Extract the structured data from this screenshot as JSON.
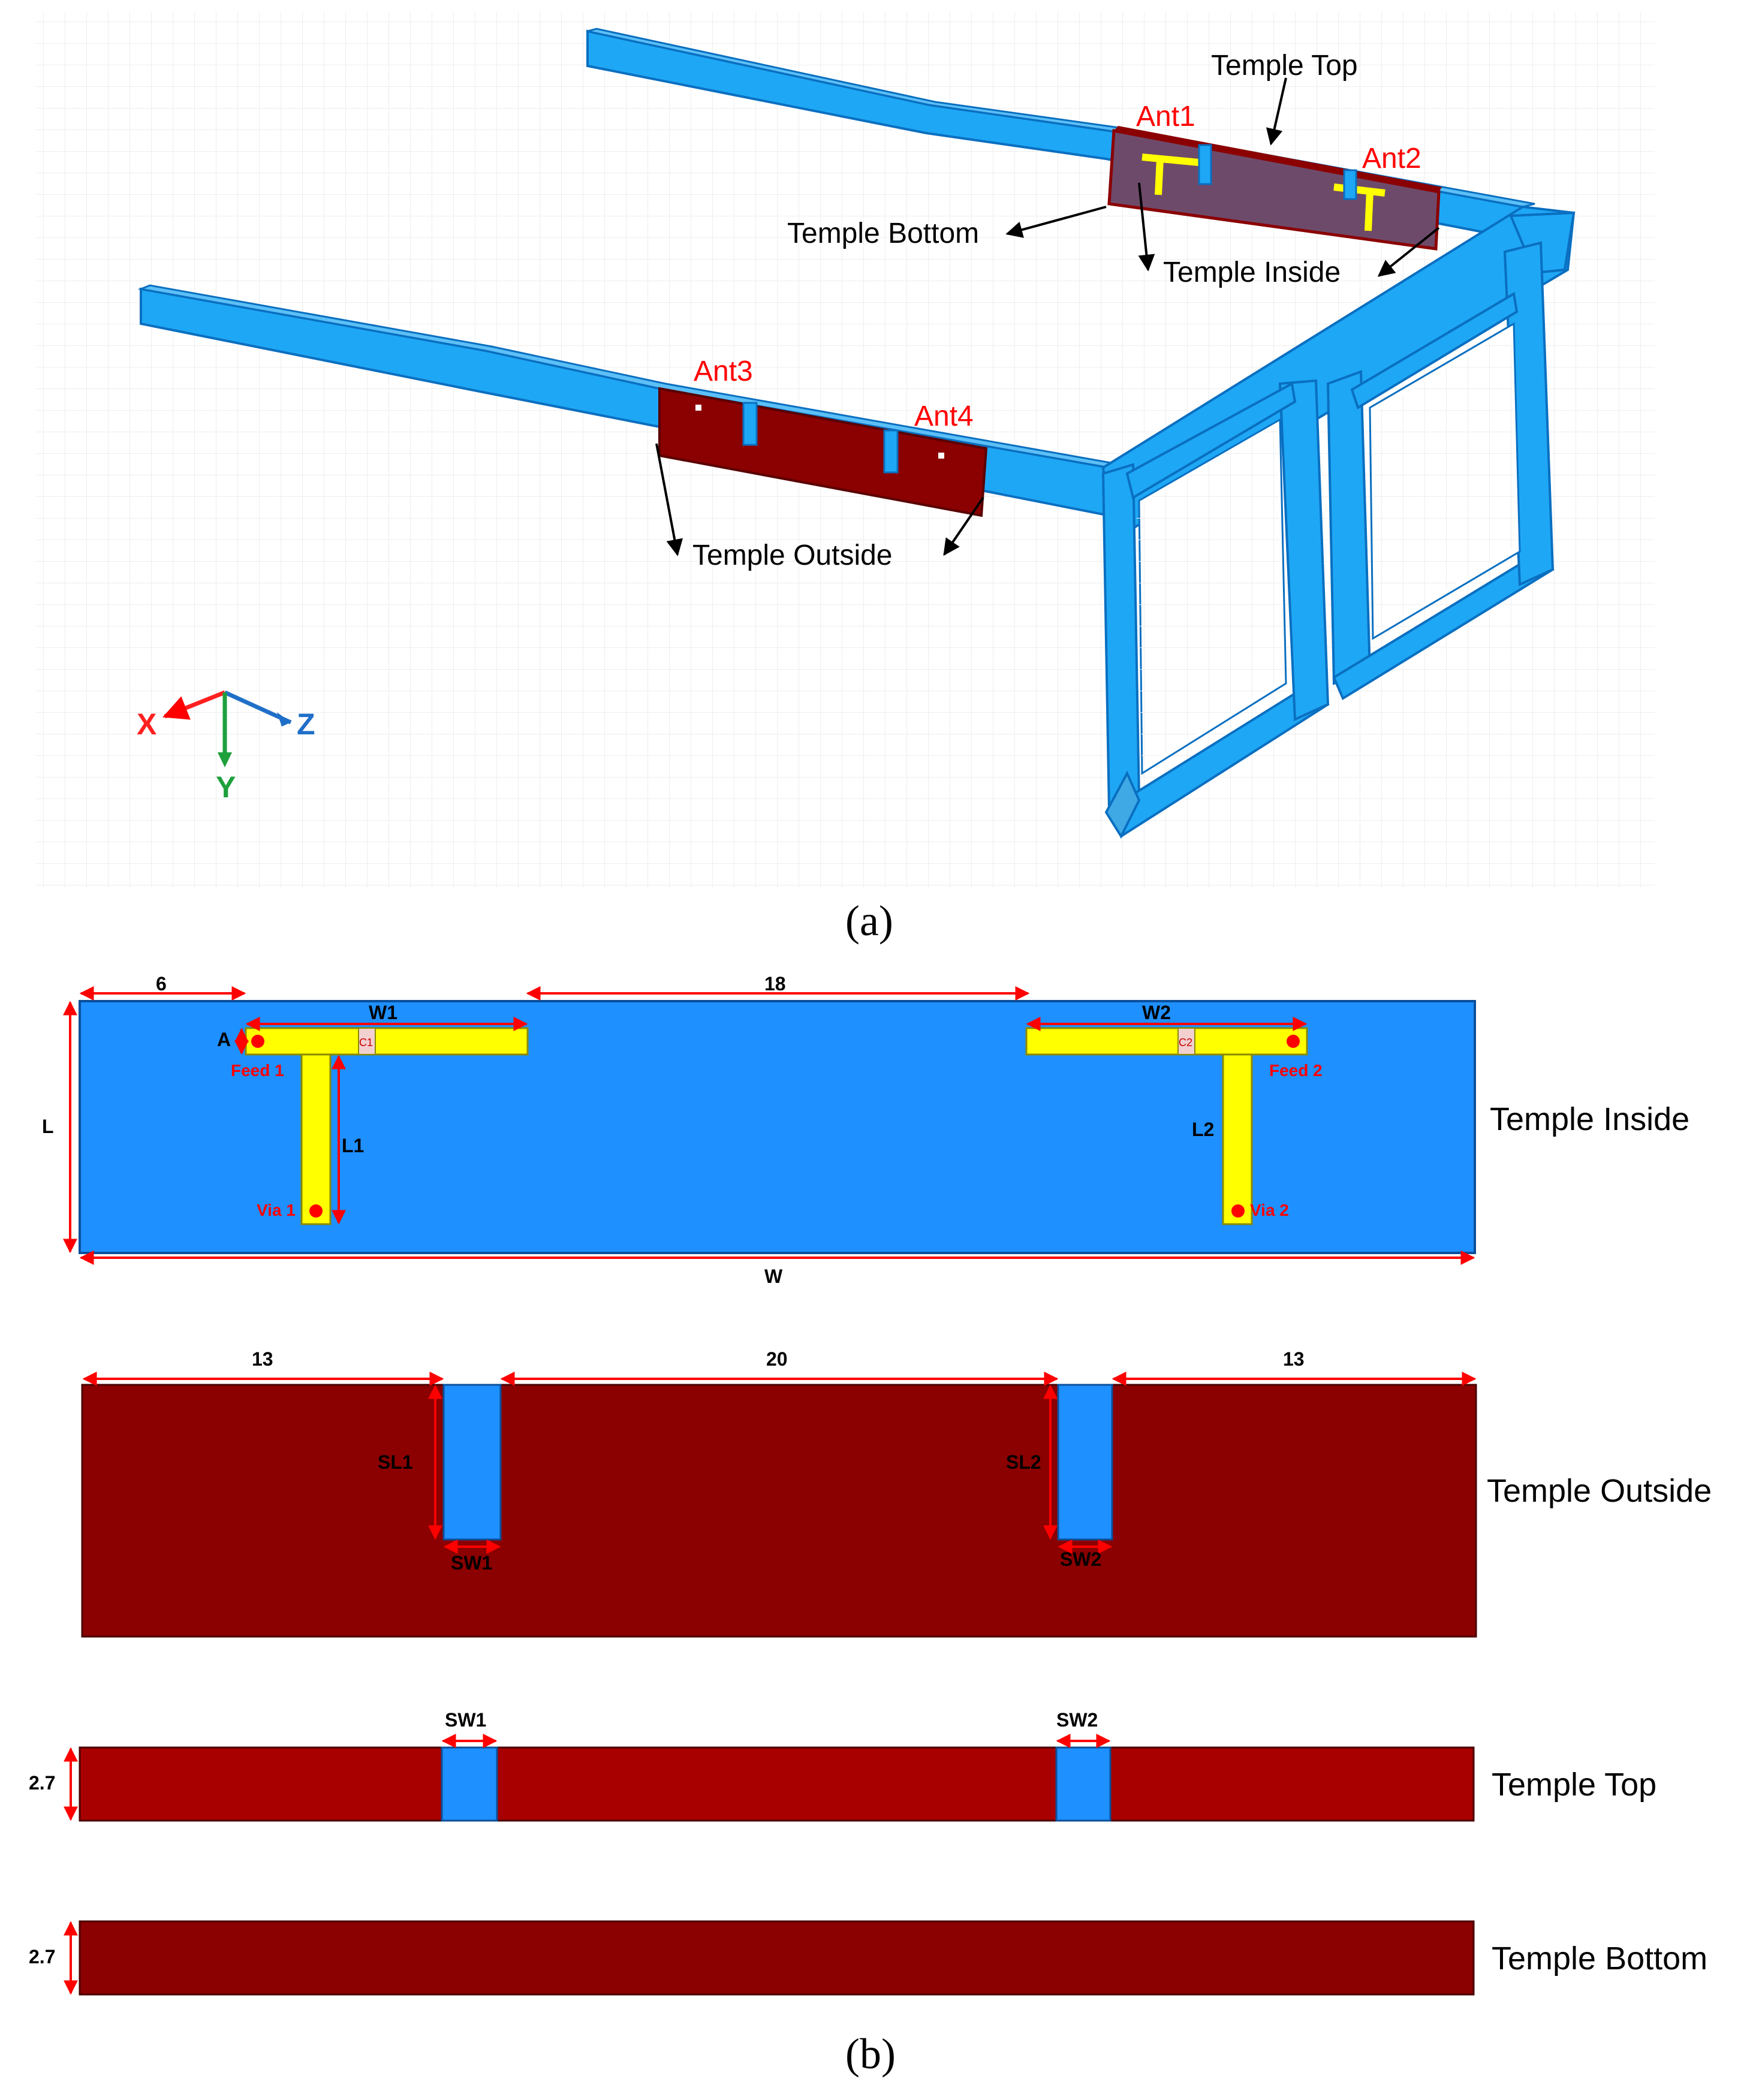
{
  "panel_a": {
    "caption": "(a)",
    "labels": {
      "temple_top": "Temple Top",
      "temple_bottom": "Temple Bottom",
      "temple_inside": "Temple Inside",
      "temple_outside": "Temple Outside",
      "ant1": "Ant1",
      "ant2": "Ant2",
      "ant3": "Ant3",
      "ant4": "Ant4"
    },
    "axes": {
      "x": "X",
      "y": "Y",
      "z": "Z"
    },
    "colors": {
      "frame": "#1ea7f5",
      "frame_edge": "#0a6fc0",
      "copper_inside": "#6e4a6a",
      "copper_outside": "#8b0000",
      "antenna": "#ffff00",
      "label_red": "#ff0000"
    }
  },
  "panel_b": {
    "caption": "(b)",
    "inside": {
      "title": "Temple Inside",
      "dim_6": "6",
      "dim_18": "18",
      "w1": "W1",
      "w2": "W2",
      "a": "A",
      "c1": "C1",
      "c2": "C2",
      "feed1": "Feed 1",
      "feed2": "Feed 2",
      "l": "L",
      "l1": "L1",
      "l2": "L2",
      "via1": "Via 1",
      "via2": "Via 2",
      "w": "W"
    },
    "outside": {
      "title": "Temple Outside",
      "dim_13_left": "13",
      "dim_20": "20",
      "dim_13_right": "13",
      "sl1": "SL1",
      "sl2": "SL2",
      "sw1": "SW1",
      "sw2": "SW2"
    },
    "top": {
      "title": "Temple Top",
      "sw1": "SW1",
      "sw2": "SW2",
      "height": "2.7"
    },
    "bottom": {
      "title": "Temple Bottom",
      "height": "2.7"
    },
    "colors": {
      "substrate": "#1e90ff",
      "antenna": "#ffff00",
      "copper_outside": "#8b0000",
      "copper_top": "#a80000",
      "copper_bottom": "#8b0000",
      "dim_red": "#ff0000"
    }
  }
}
